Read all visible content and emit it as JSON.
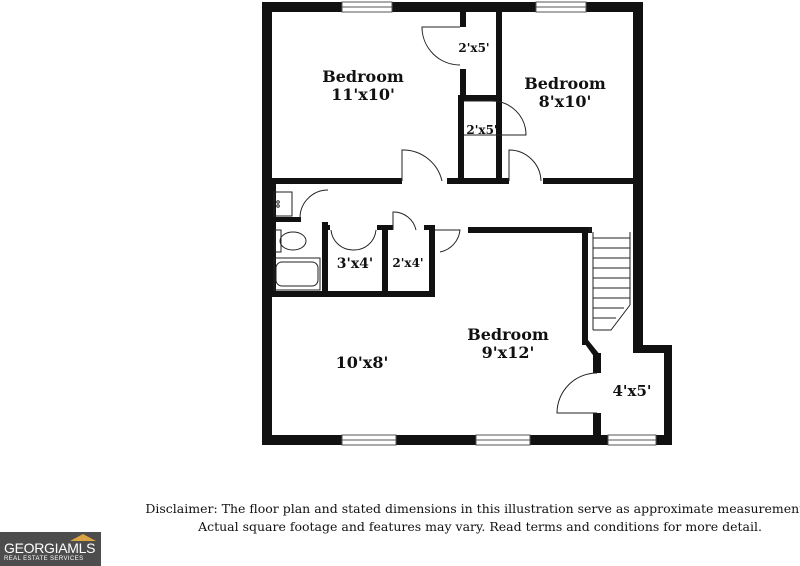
{
  "floor_plan": {
    "rooms": [
      {
        "id": "bedroom_1",
        "name": "Bedroom",
        "dims": "11'x10'"
      },
      {
        "id": "bedroom_2",
        "name": "Bedroom",
        "dims": "8'x10'"
      },
      {
        "id": "closet_1",
        "name": "",
        "dims": "2'x5'"
      },
      {
        "id": "closet_2",
        "name": "",
        "dims": "2'x5'"
      },
      {
        "id": "closet_3",
        "name": "",
        "dims": "3'x4'"
      },
      {
        "id": "closet_4",
        "name": "",
        "dims": "2'x4'"
      },
      {
        "id": "room_5",
        "name": "",
        "dims": "10'x8'"
      },
      {
        "id": "bedroom_3",
        "name": "Bedroom",
        "dims": "9'x12'"
      },
      {
        "id": "closet_5",
        "name": "",
        "dims": "4'x5'"
      }
    ]
  },
  "disclaimer": {
    "line1": "Disclaimer: The floor plan and stated dimensions in this illustration serve as approximate measurements.",
    "line2": "Actual square footage and features may vary. Read terms and conditions for more detail."
  },
  "logo": {
    "main": "GEORGIAMLS",
    "sub": "REAL ESTATE SERVICES",
    "accent_color": "#d9a441"
  },
  "colors": {
    "wall": "#111111",
    "window": "#666666",
    "background": "#ffffff"
  }
}
